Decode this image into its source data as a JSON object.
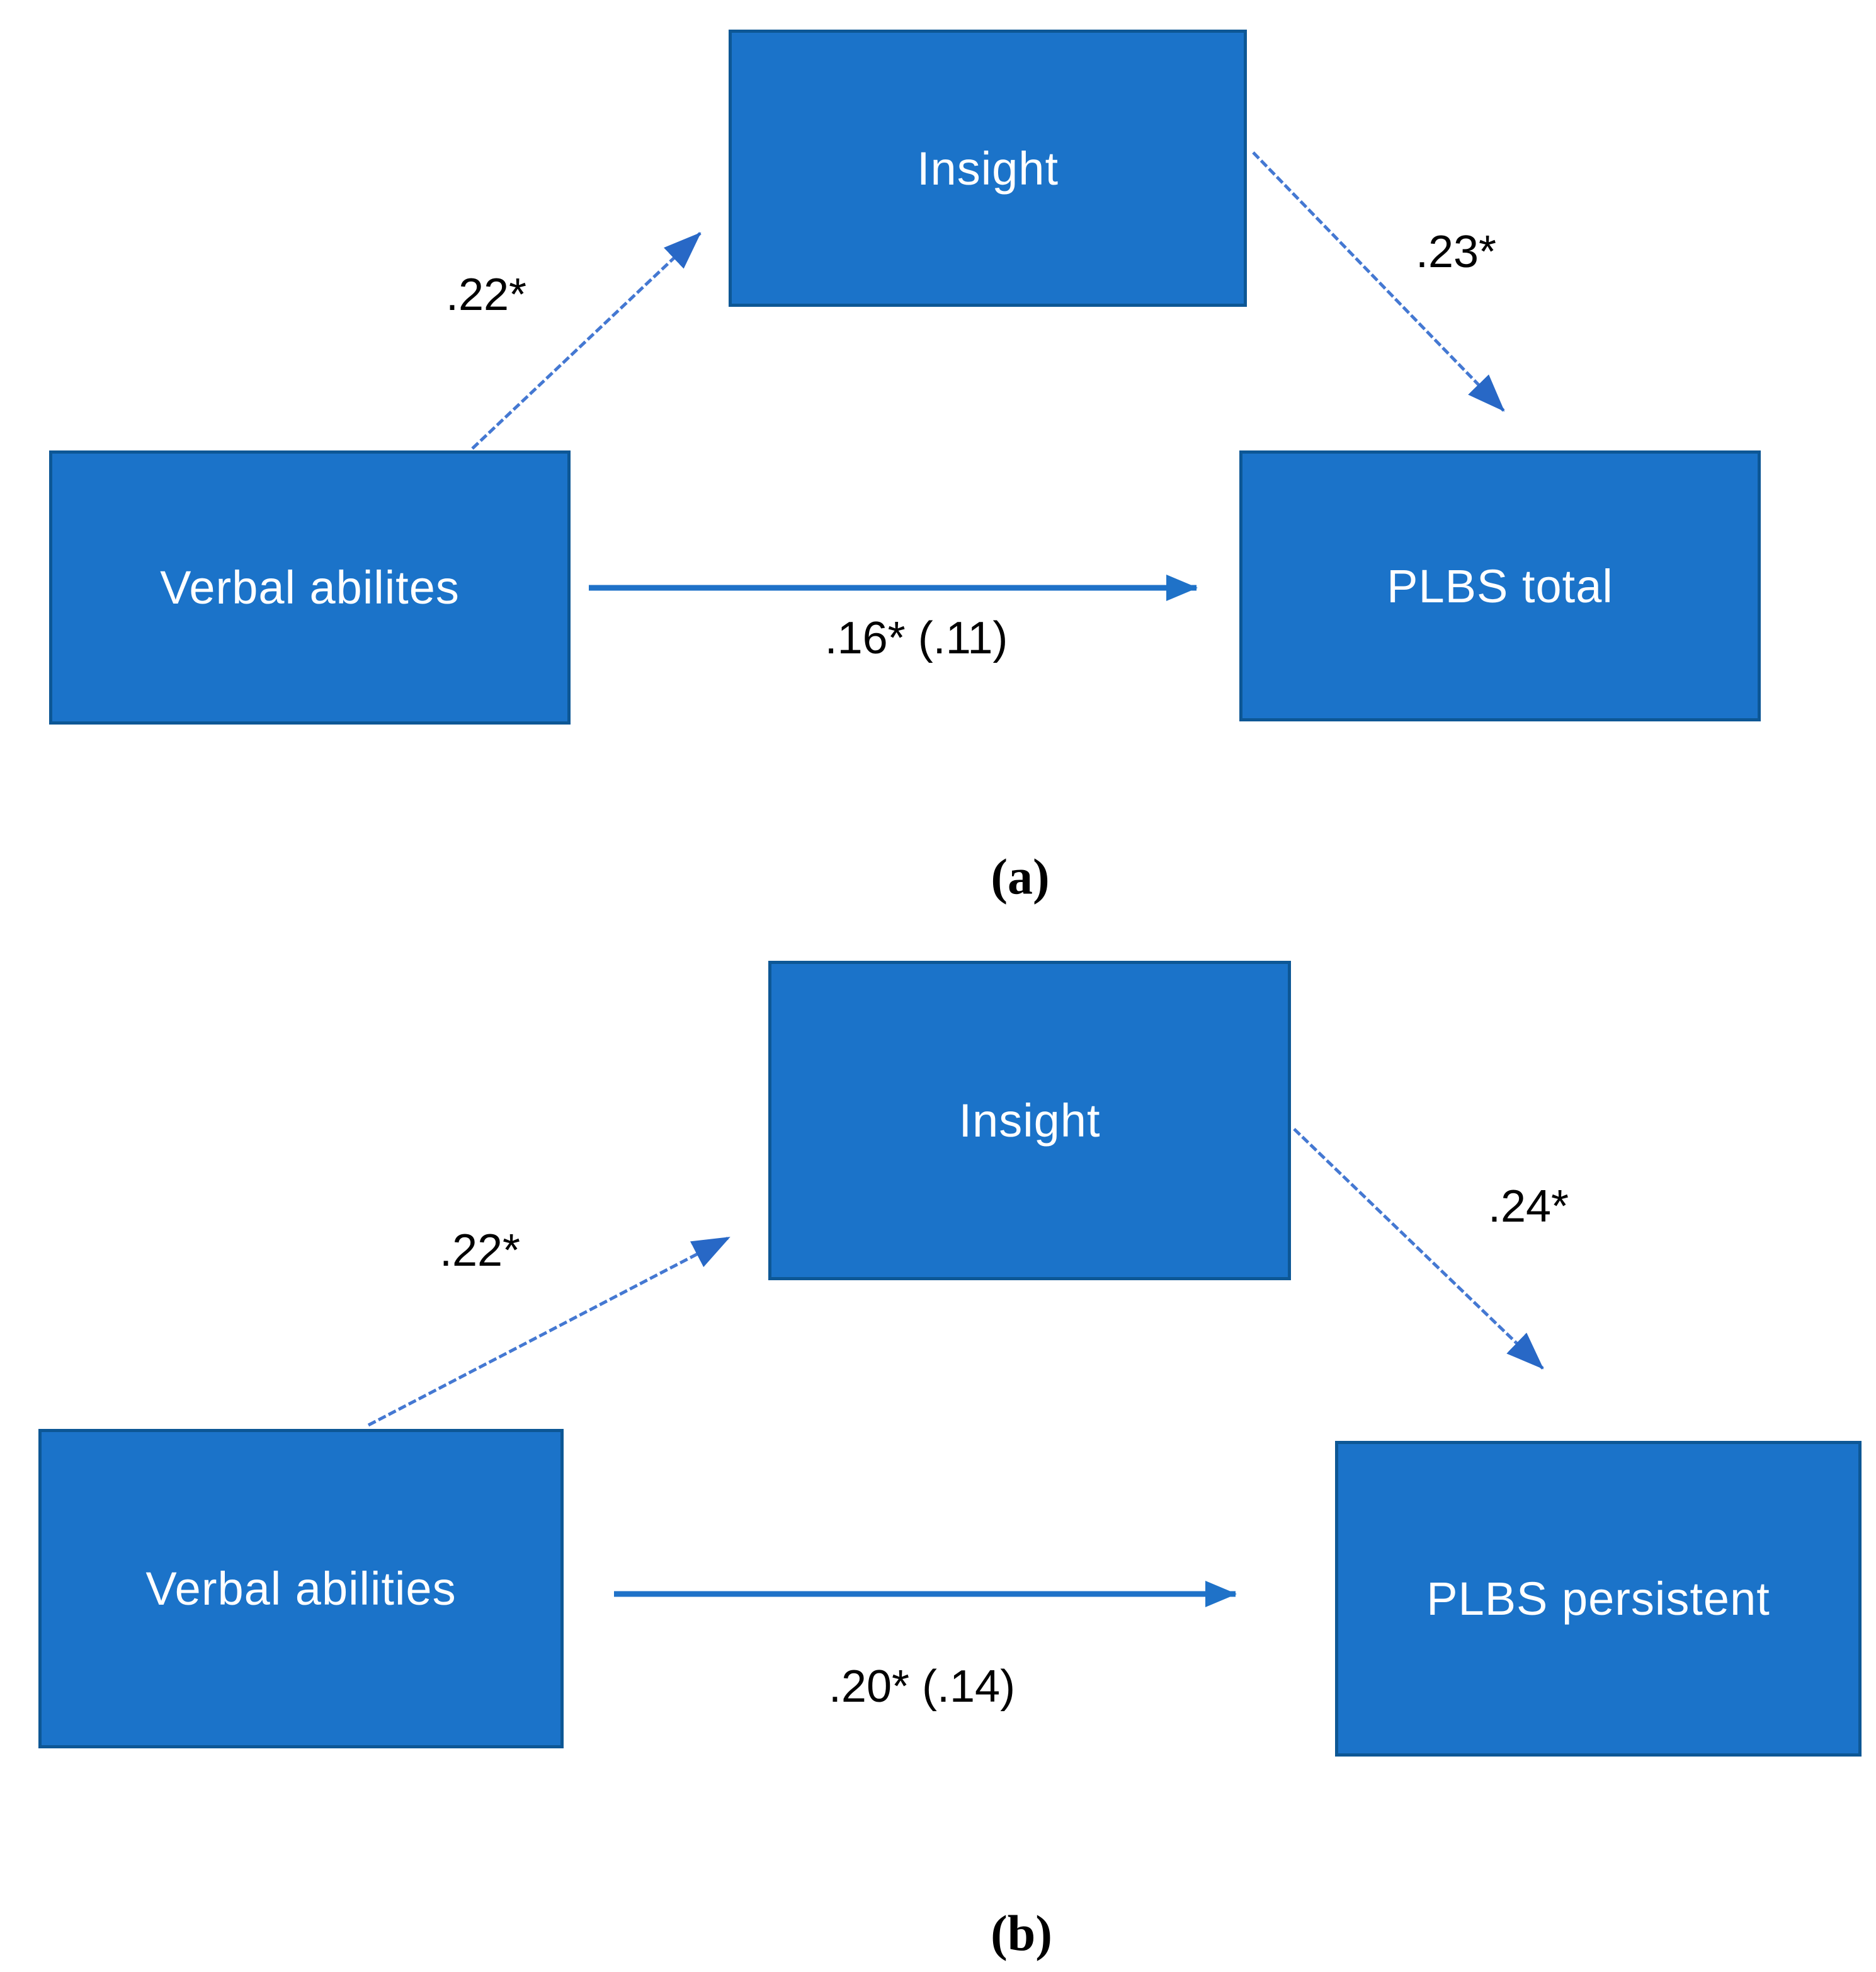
{
  "panels": [
    {
      "caption": "(a)",
      "nodes": {
        "predictor": "Verbal abilites",
        "mediator": "Insight",
        "outcome": "PLBS total"
      },
      "paths": {
        "predictor_to_mediator": ".22*",
        "mediator_to_outcome": ".23*",
        "direct_effect": ".16* (.11)"
      }
    },
    {
      "caption": "(b)",
      "nodes": {
        "predictor": "Verbal abilities",
        "mediator": "Insight",
        "outcome": "PLBS persistent"
      },
      "paths": {
        "predictor_to_mediator": ".22*",
        "mediator_to_outcome": ".24*",
        "direct_effect": ".20* (.14)"
      }
    }
  ],
  "colors": {
    "box_fill": "#1B73C9",
    "box_border": "#0D5795",
    "solid_arrow": "#1F72C8",
    "diagonal_arrow": "#4478D2",
    "diagonal_arrowhead": "#2868C6",
    "coefficient_text": "#000000",
    "box_text": "#FFFFFF",
    "background": "#FFFFFF"
  }
}
